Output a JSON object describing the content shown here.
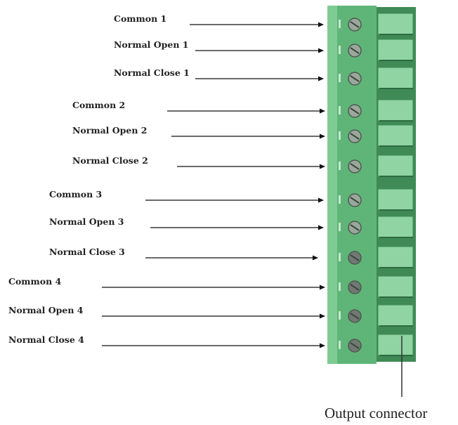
{
  "terminals": [
    "Common 1",
    "Normal Open 1",
    "Normal Close 1",
    "Common 2",
    "Normal Open 2",
    "Normal Close 2",
    "Common 3",
    "Normal Open 3",
    "Normal Close 3",
    "Common 4",
    "Normal Open 4",
    "Normal Close 4"
  ],
  "caption": "Output connector",
  "colors": {
    "connector_body": "#5fb578",
    "connector_dark": "#3f8a55",
    "connector_light": "#8fd4a2",
    "screw": "#9aa79a",
    "arrow": "#111111"
  }
}
